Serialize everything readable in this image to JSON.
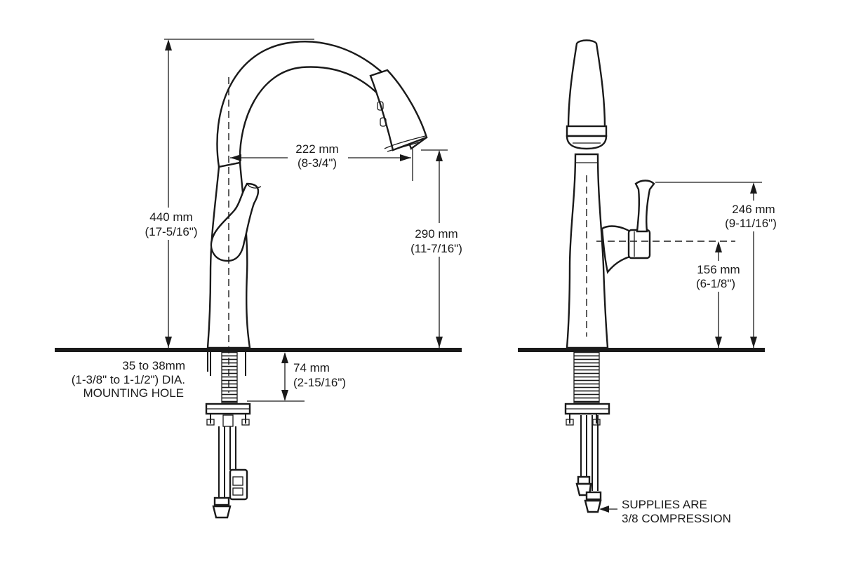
{
  "front_view": {
    "overall_height": {
      "mm": "440 mm",
      "inch": "(17-5/16\")"
    },
    "spout_reach": {
      "mm": "222 mm",
      "inch": "(8-3/4\")"
    },
    "spout_clearance": {
      "mm": "290 mm",
      "inch": "(11-7/16\")"
    },
    "shank_length": {
      "mm": "74 mm",
      "inch": "(2-15/16\")"
    },
    "mounting_hole": {
      "line1": "35 to 38mm",
      "line2": "(1-3/8\" to 1-1/2\") DIA.",
      "line3": "MOUNTING HOLE"
    }
  },
  "side_view": {
    "handle_height": {
      "mm": "246 mm",
      "inch": "(9-11/16\")"
    },
    "handle_center_height": {
      "mm": "156 mm",
      "inch": "(6-1/8\")"
    },
    "supplies_note": {
      "line1": "SUPPLIES ARE",
      "line2": "3/8 COMPRESSION"
    }
  }
}
